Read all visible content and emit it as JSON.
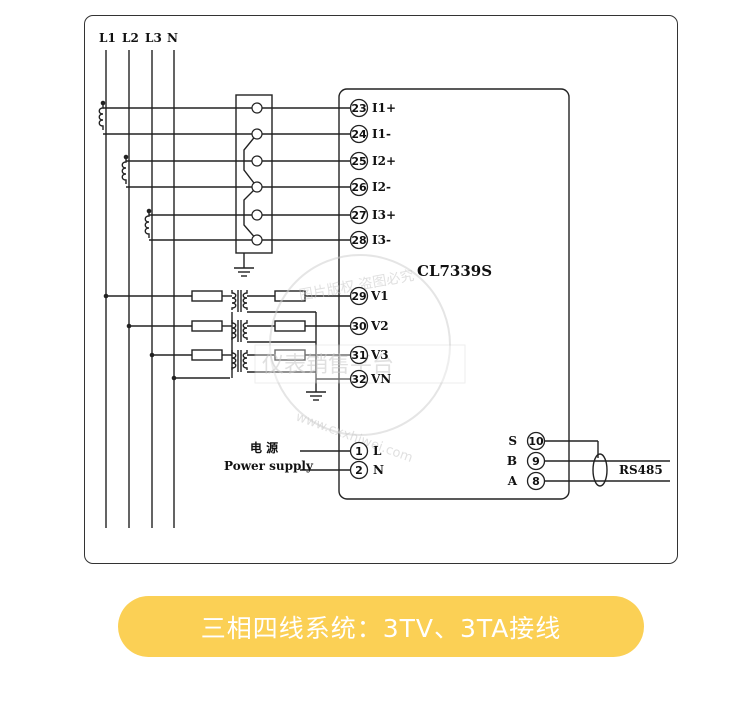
{
  "diagram": {
    "phase_labels": [
      "L1",
      "L2",
      "L3",
      "N"
    ],
    "device_model": "CL7339S",
    "current_terminals": [
      {
        "num": "23",
        "label": "I1+"
      },
      {
        "num": "24",
        "label": "I1-"
      },
      {
        "num": "25",
        "label": "I2+"
      },
      {
        "num": "26",
        "label": "I2-"
      },
      {
        "num": "27",
        "label": "I3+"
      },
      {
        "num": "28",
        "label": "I3-"
      }
    ],
    "voltage_terminals": [
      {
        "num": "29",
        "label": "V1"
      },
      {
        "num": "30",
        "label": "V2"
      },
      {
        "num": "31",
        "label": "V3"
      },
      {
        "num": "32",
        "label": "VN"
      }
    ],
    "power_terminals": [
      {
        "num": "1",
        "label": "L"
      },
      {
        "num": "2",
        "label": "N"
      }
    ],
    "power_label_cn": "电  源",
    "power_label_en": "Power supply",
    "comm_terminals": [
      {
        "num": "10",
        "label": "S"
      },
      {
        "num": "9",
        "label": "B"
      },
      {
        "num": "8",
        "label": "A"
      }
    ],
    "rs485_label": "RS485",
    "watermark": [
      "图片版权 盗图必究",
      "仪表销售平台",
      "www.cxxhiwei.com"
    ]
  },
  "caption": "三相四线系统：3TV、3TA接线",
  "colors": {
    "caption_bg": "#fbd055",
    "caption_text": "#ffffff",
    "line": "#222222"
  }
}
